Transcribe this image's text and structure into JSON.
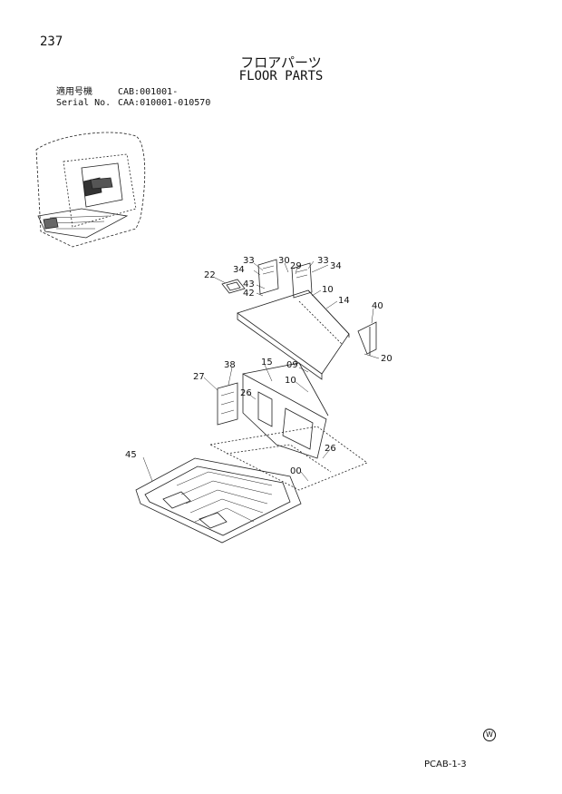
{
  "page_number": "237",
  "title_jp": "フロアパーツ",
  "title_en": "FLOOR PARTS",
  "applicability": {
    "label_jp": "適用号機",
    "value_jp": "CAB:001001-",
    "label_en": "Serial No.",
    "value_en": "CAA:010001-010570"
  },
  "callouts": [
    "22",
    "33",
    "34",
    "43",
    "42",
    "30",
    "29",
    "33",
    "34",
    "10",
    "14",
    "40",
    "20",
    "38",
    "15",
    "09",
    "10",
    "27",
    "26",
    "45",
    "26",
    "00"
  ],
  "footer": {
    "doc_code": "PCAB-1-3",
    "mark": "W"
  }
}
